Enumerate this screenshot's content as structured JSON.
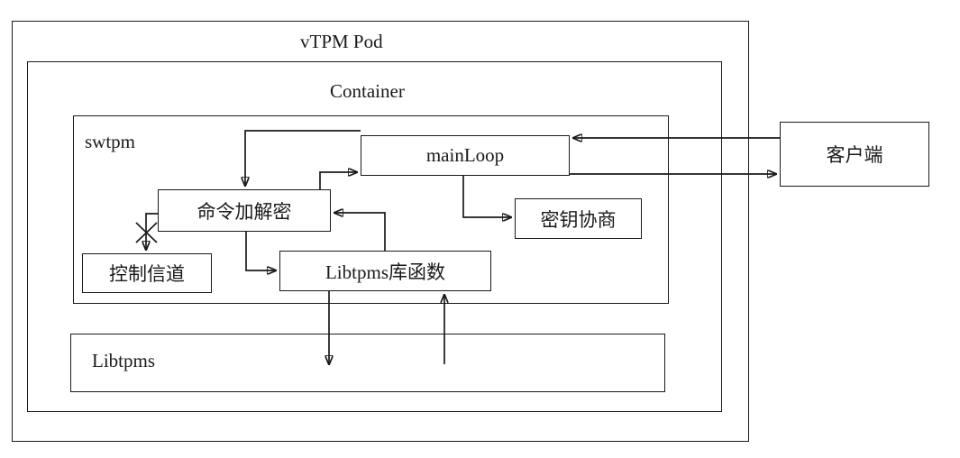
{
  "diagram": {
    "title": "vTPM Pod architecture",
    "colors": {
      "stroke": "#1a1a1a",
      "background": "#ffffff"
    },
    "outer": {
      "label": "vTPM Pod"
    },
    "container": {
      "label": "Container"
    },
    "swtpm": {
      "label": "swtpm"
    },
    "nodes": {
      "main_loop": "mainLoop",
      "command_crypto": "命令加解密",
      "key_negotiation": "密钥协商",
      "control_channel": "控制信道",
      "libtpms_lib_func": "Libtpms库函数",
      "libtpms": "Libtpms",
      "client": "客户端"
    },
    "markers": {
      "blocked_link": "x-mark"
    },
    "edges": [
      {
        "from": "客户端",
        "to": "mainLoop",
        "kind": "arrow"
      },
      {
        "from": "mainLoop",
        "to": "客户端",
        "kind": "arrow"
      },
      {
        "from": "mainLoop",
        "to": "命令加解密",
        "kind": "arrow"
      },
      {
        "from": "命令加解密",
        "to": "mainLoop",
        "kind": "arrow"
      },
      {
        "from": "mainLoop",
        "to": "密钥协商",
        "kind": "arrow"
      },
      {
        "from": "命令加解密",
        "to": "控制信道",
        "kind": "arrow-blocked"
      },
      {
        "from": "命令加解密",
        "to": "Libtpms库函数",
        "kind": "arrow"
      },
      {
        "from": "Libtpms库函数",
        "to": "命令加解密",
        "kind": "arrow"
      },
      {
        "from": "Libtpms库函数",
        "to": "Libtpms",
        "kind": "arrow"
      },
      {
        "from": "Libtpms",
        "to": "Libtpms库函数",
        "kind": "arrow"
      }
    ]
  }
}
